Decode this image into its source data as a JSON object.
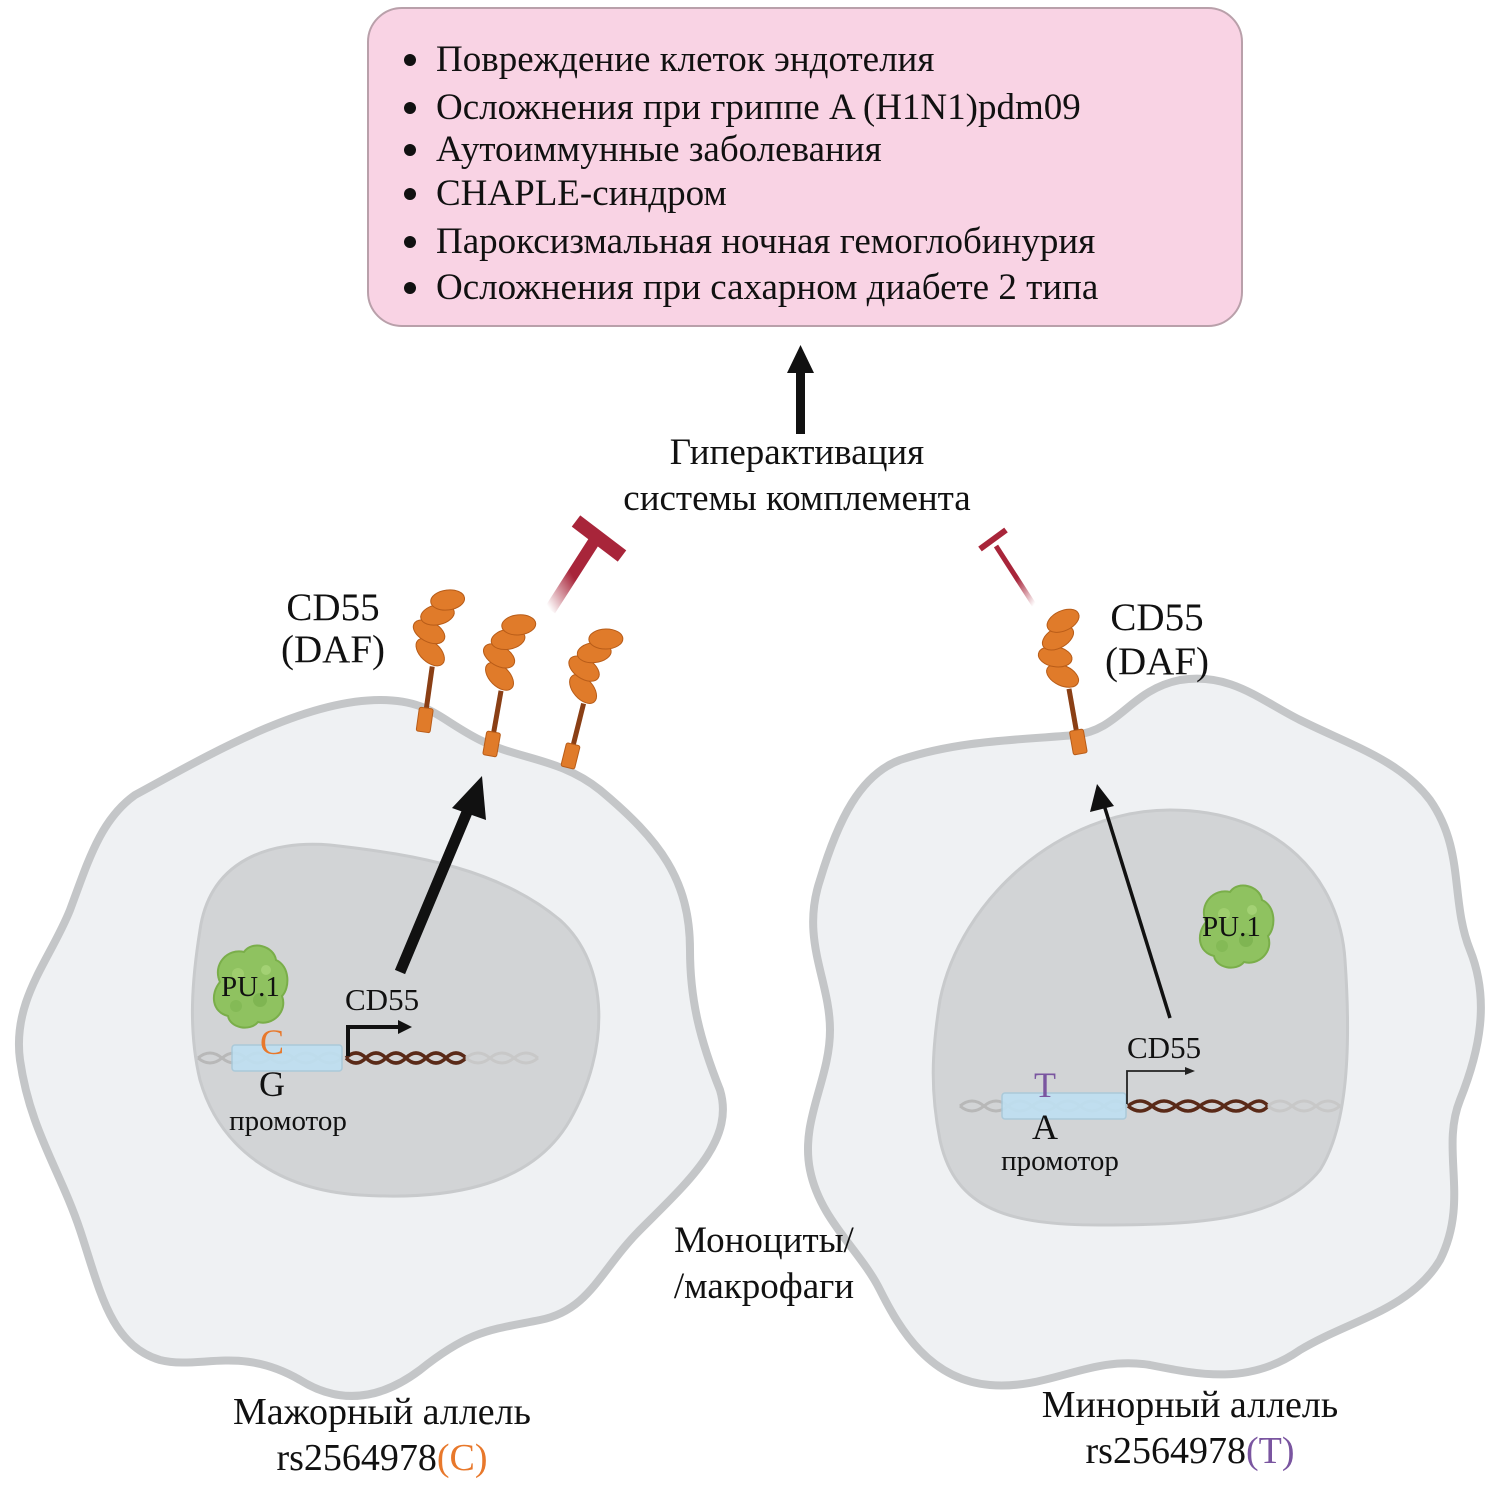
{
  "colors": {
    "box_fill": "#f9d3e4",
    "box_stroke": "#b9a0aa",
    "cell_fill": "#eff1f3",
    "cell_membrane": "#c4c6c8",
    "nucleus_fill": "#d2d4d6",
    "protein_orange": "#e07b2a",
    "protein_stalk": "#8a3f15",
    "inhibit_red": "#a8253a",
    "pu1_green": "#8fc260",
    "promoter_blue": "#bfe0f2",
    "dna_active": "#5a2a18",
    "dna_inactive": "#b8b8b8",
    "allele_C": "#e8782b",
    "allele_T": "#7a55a0",
    "arrow": "#111111"
  },
  "outcomes_box": {
    "items": [
      "Повреждение клеток эндотелия",
      "Осложнения при гриппе A (H1N1)pdm09",
      "Аутоиммунные заболевания",
      "CHAPLE-синдром",
      "Пароксизмальная ночная гемоглобинурия",
      "Осложнения при сахарном диабете 2 типа"
    ]
  },
  "complement": {
    "line1": "Гиперактивация",
    "line2": "системы комплемента"
  },
  "cell_type": {
    "line1": "Моноциты/",
    "line2": "/макрофаги"
  },
  "left_cell": {
    "protein_label_line1": "CD55",
    "protein_label_line2": "(DAF)",
    "tf_label": "PU.1",
    "gene_label": "CD55",
    "top_base": "C",
    "bottom_base": "G",
    "promoter_label": "промотор",
    "surface_protein_count": 3,
    "expression_level": "high",
    "caption_line1": "Мажорный аллель",
    "caption_rs": "rs2564978",
    "caption_allele": "(C)"
  },
  "right_cell": {
    "protein_label_line1": "CD55",
    "protein_label_line2": "(DAF)",
    "tf_label": "PU.1",
    "gene_label": "CD55",
    "top_base": "T",
    "bottom_base": "A",
    "promoter_label": "промотор",
    "surface_protein_count": 1,
    "expression_level": "low",
    "caption_line1": "Минорный аллель",
    "caption_rs": "rs2564978",
    "caption_allele": "(T)"
  }
}
